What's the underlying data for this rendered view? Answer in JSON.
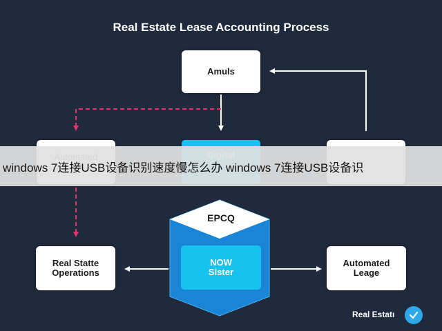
{
  "diagram": {
    "title": "Real Estate Lease Accounting Process",
    "nodes": {
      "amuls": "Amuls",
      "automated_top": "Automated",
      "digital": "Digital",
      "epcq": "EPCQ",
      "now_sister": "NOW\nSister",
      "real_state_ops": "Real Statte\nOperations",
      "automated_lease": "Automated\nLeage"
    }
  },
  "watermark_banner": {
    "text": "windows 7连接USB设备识别速度慢怎么办 windows 7连接USB设备识"
  },
  "footer": {
    "label": "Real Estatı"
  },
  "colors": {
    "background": "#1f2a3c",
    "accent_cyan": "#16c3ee",
    "accent_blue": "#1a84d6",
    "dashed_pink": "#e8316f"
  },
  "icons": {
    "footer_badge": "check-circle-icon"
  }
}
